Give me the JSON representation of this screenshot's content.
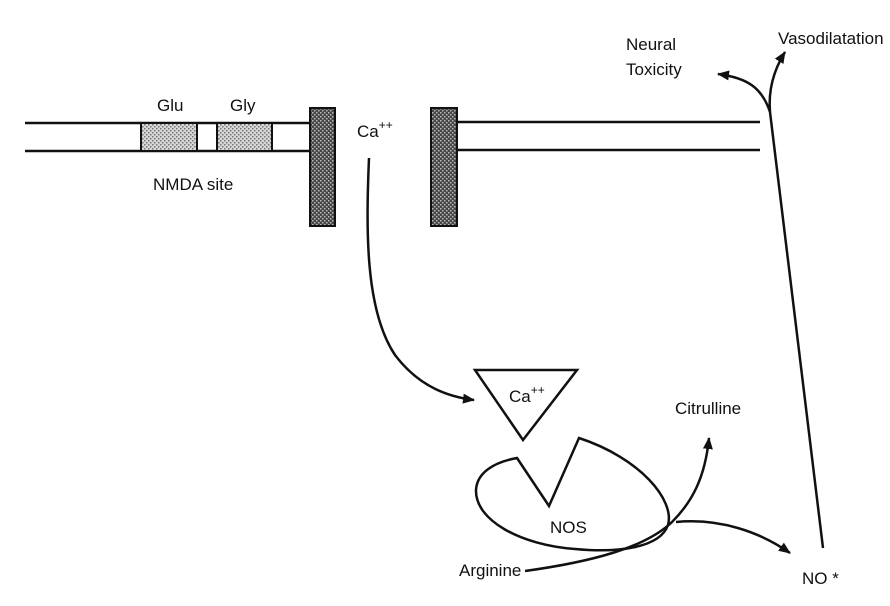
{
  "labels": {
    "glu": "Glu",
    "gly": "Gly",
    "nmda_site": "NMDA site",
    "calcium_ion": "Ca",
    "calcium_charge": "++",
    "calcium_bound": "Ca",
    "calcium_bound_charge": "++",
    "nos": "NOS",
    "arginine": "Arginine",
    "citrulline": "Citrulline",
    "nitric_oxide": "NO *",
    "neural_toxicity_line1": "Neural",
    "neural_toxicity_line2": "Toxicity",
    "vasodilatation": "Vasodilatation"
  }
}
